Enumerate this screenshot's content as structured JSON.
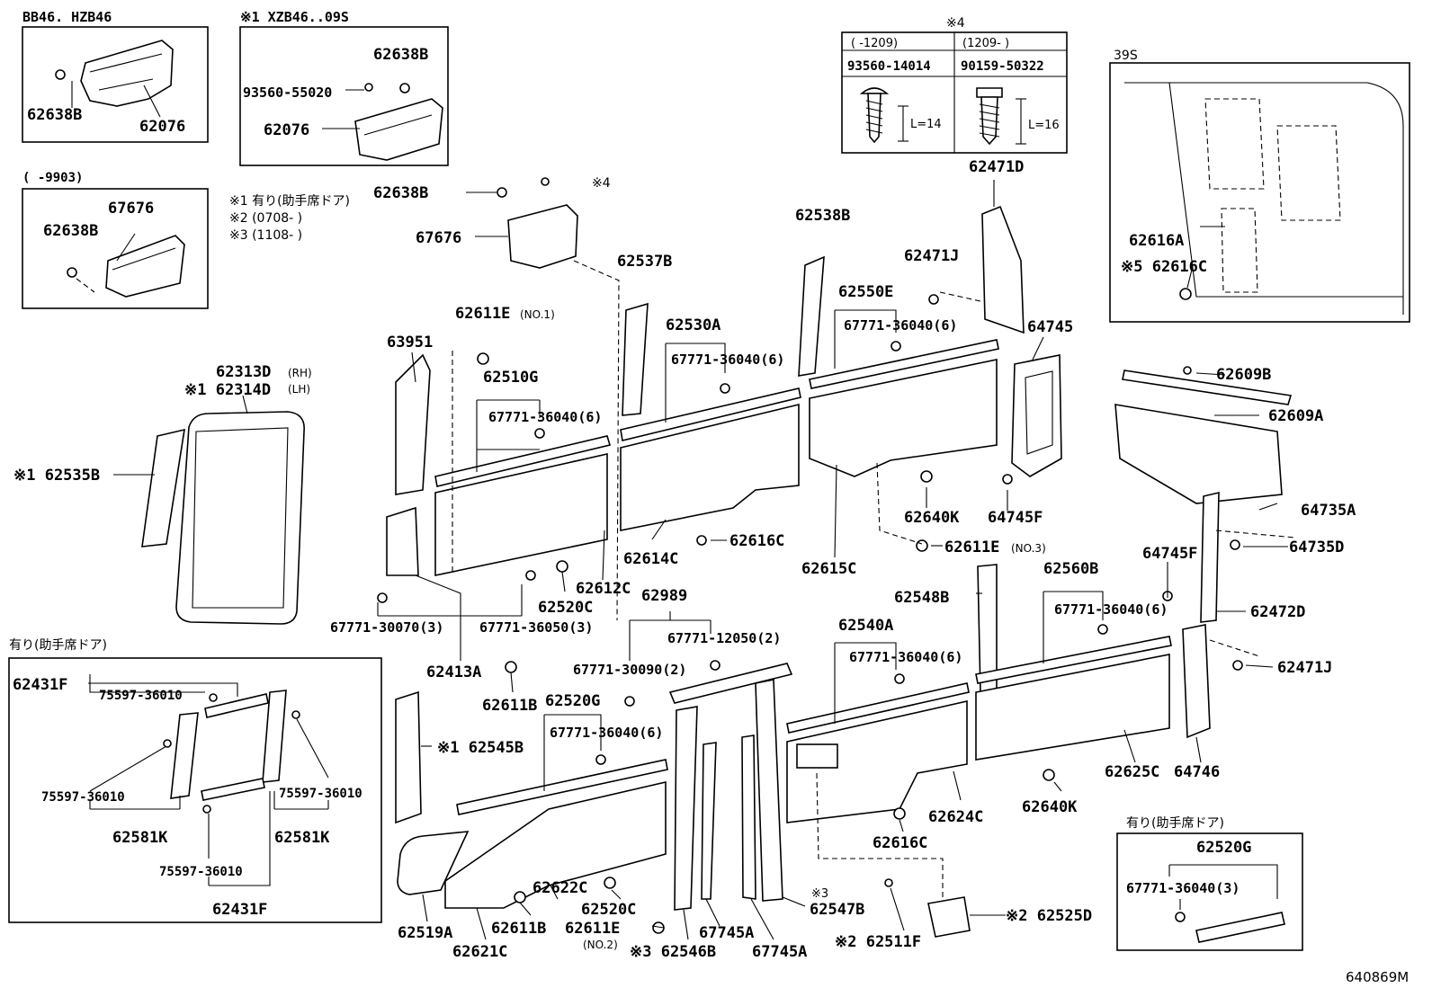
{
  "labels": {
    "bb46": "BB46. HZB46",
    "xzb46": "※1 XZB46..09S",
    "range9903": "(      -9903)",
    "note1": "※1 有り(助手席ドア)",
    "note2": "※2 (0708-      )",
    "note3": "※3 (1108-      )",
    "aridoor_left": "有り(助手席ドア)",
    "aridoor_right": "有り(助手席ドア)",
    "note4": "※4",
    "star4": "※4",
    "s39": "39S",
    "diagram_id": "640869M"
  },
  "screw_table": {
    "col1_range": "(    -1209)",
    "col2_range": "(1209-      )",
    "col1_part": "93560-14014",
    "col2_part": "90159-50322",
    "col1_len": "L=14",
    "col2_len": "L=16"
  },
  "parts": {
    "p62638B_a": "62638B",
    "p62076_a": "62076",
    "p62638B_b": "62638B",
    "p93560": "93560-55020",
    "p62076_b": "62076",
    "p67676_a": "67676",
    "p62638B_c": "62638B",
    "p62638B_d": "62638B",
    "p67676_b": "67676",
    "p62313D": "62313D",
    "p62313D_side": "(RH)",
    "p62314D": "※1 62314D",
    "p62314D_side": "(LH)",
    "p62535B": "※1 62535B",
    "p63951": "63951",
    "p62611E_no1": "62611E",
    "p62611E_no1_sub": "(NO.1)",
    "p62510G": "62510G",
    "p67771_36040_a": "67771-36040(6)",
    "p62537B": "62537B",
    "p62530A": "62530A",
    "p67771_36040_b": "67771-36040(6)",
    "p62538B": "62538B",
    "p62550E": "62550E",
    "p67771_36040_c": "67771-36040(6)",
    "p62471J_a": "62471J",
    "p62471D": "62471D",
    "p64745": "64745",
    "p62616A": "62616A",
    "p62616C_39s": "※5 62616C",
    "p62609B": "62609B",
    "p62609A": "62609A",
    "p64735A": "64735A",
    "p64735D": "64735D",
    "p64745F_a": "64745F",
    "p64745F_b": "64745F",
    "p62472D": "62472D",
    "p62471J_b": "62471J",
    "p62640K_a": "62640K",
    "p62611E_no3": "62611E",
    "p62611E_no3_sub": "(NO.3)",
    "p62614C": "62614C",
    "p62616C": "62616C",
    "p62615C": "62615C",
    "p62612C": "62612C",
    "p62520C_a": "62520C",
    "p67771_30070": "67771-30070(3)",
    "p67771_36050": "67771-36050(3)",
    "p62413A": "62413A",
    "p62989": "62989",
    "p67771_12050": "67771-12050(2)",
    "p67771_30090": "67771-30090(2)",
    "p62611B_a": "62611B",
    "p62520G": "62520G",
    "p67771_36040_d": "67771-36040(6)",
    "p62545B": "※1 62545B",
    "p62548B": "62548B",
    "p62540A": "62540A",
    "p67771_36040_e": "67771-36040(6)",
    "p62560B": "62560B",
    "p67771_36040_f": "67771-36040(6)",
    "p62624C": "62624C",
    "p62640K_b": "62640K",
    "p62625C": "62625C",
    "p64746": "64746",
    "p62616C_b": "62616C",
    "p62622C": "62622C",
    "p62520C_b": "62520C",
    "p62611E_no2": "62611E",
    "p62611E_no2_sub": "(NO.2)",
    "p62519A": "62519A",
    "p62621C": "62621C",
    "p62611B_b": "62611B",
    "p62546B": "※3 62546B",
    "p67745A_a": "67745A",
    "p67745A_b": "67745A",
    "p62547B": "62547B",
    "p62547B_star": "※3",
    "p62511F": "※2 62511F",
    "p62525D": "※2 62525D",
    "p62431F_a": "62431F",
    "p75597_a": "75597-36010",
    "p75597_b": "75597-36010",
    "p75597_c": "75597-36010",
    "p75597_d": "75597-36010",
    "p62581K_a": "62581K",
    "p62581K_b": "62581K",
    "p62431F_b": "62431F",
    "p62520G_box": "62520G",
    "p67771_36040_box": "67771-36040(3)"
  }
}
